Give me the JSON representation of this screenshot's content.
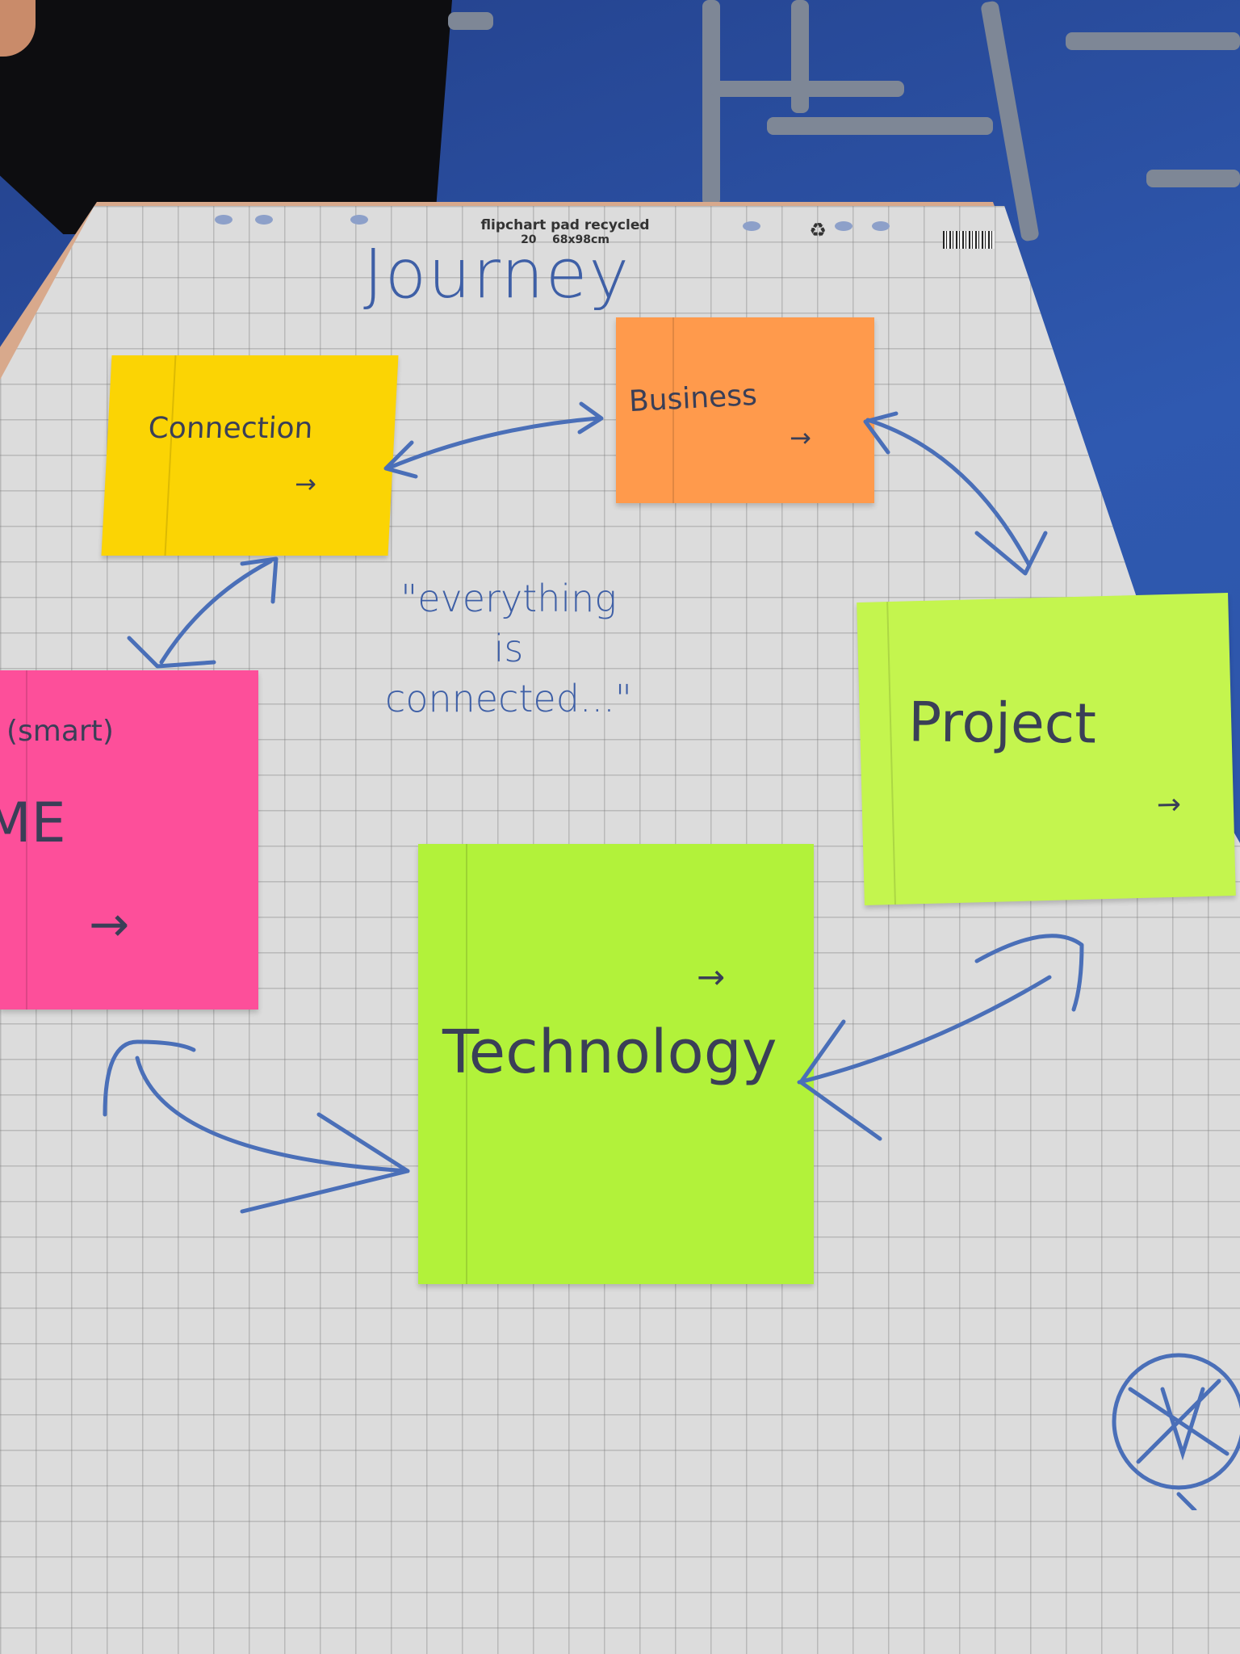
{
  "pad": {
    "brand": "flipchart pad recycled",
    "sheets": "20",
    "size": "68x98cm"
  },
  "board": {
    "title": "Journey",
    "quote_line1": "\"everything",
    "quote_line2": "is",
    "quote_line3": "connected...\""
  },
  "sheets": [
    {
      "label": "Connection",
      "color": "#fbd404"
    },
    {
      "label": "Business",
      "color": "#ff9a4c"
    },
    {
      "label": "(smart)",
      "color": "#fd4f9a"
    },
    {
      "label": "ME",
      "color": "#fd4f9a"
    },
    {
      "label": "Project",
      "color": "#c4f54e"
    },
    {
      "label": "Technology",
      "color": "#b2f23a"
    }
  ],
  "arrow_glyph": "→",
  "ink_color": "#3e5fa6",
  "icons": [
    "recycle-icon",
    "barcode-icon"
  ]
}
